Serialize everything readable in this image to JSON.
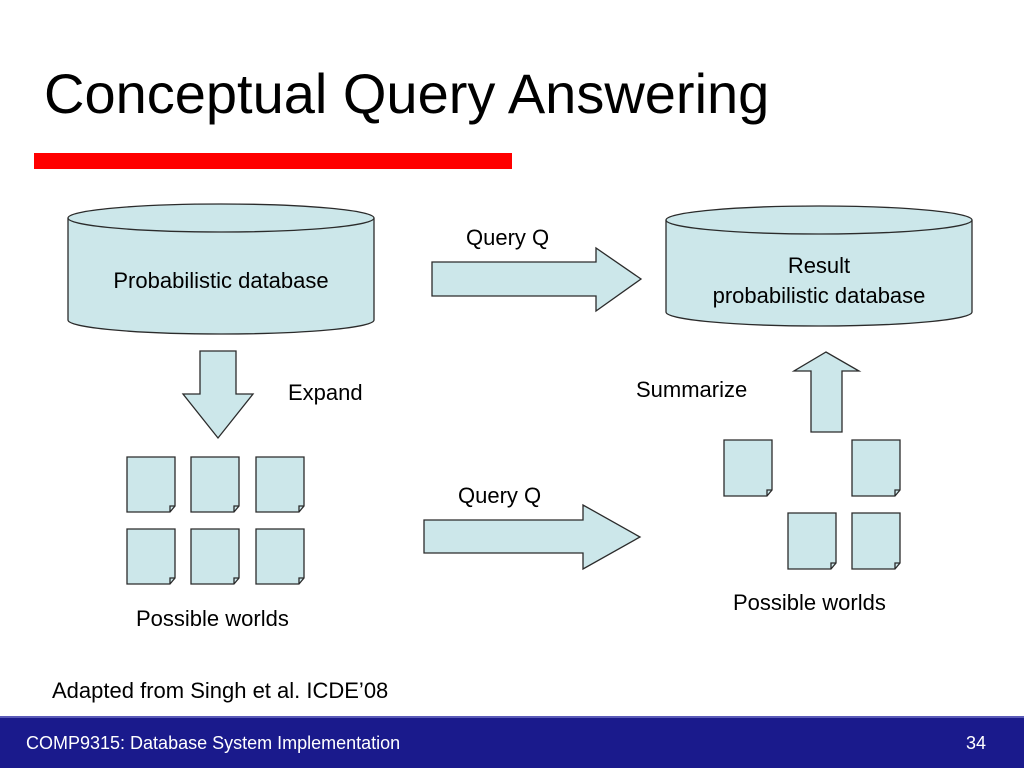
{
  "slide": {
    "title": "Conceptual Query Answering",
    "source_note": "Adapted from Singh et al. ICDE’08"
  },
  "diagram": {
    "source_db_label": "Probabilistic database",
    "result_db_label_line1": "Result",
    "result_db_label_line2": "probabilistic database",
    "query_top_label": "Query Q",
    "query_bottom_label": "Query Q",
    "expand_label": "Expand",
    "summarize_label": "Summarize",
    "left_worlds_label": "Possible worlds",
    "right_worlds_label": "Possible worlds"
  },
  "footer": {
    "course": "COMP9315: Database System Implementation",
    "page_number": "34"
  },
  "colors": {
    "shape_fill": "#cce7ea",
    "shape_stroke": "#2b2b2b",
    "title_accent": "#ff0000",
    "footer_bg": "#1a1a8c",
    "footer_text": "#ffffff"
  }
}
